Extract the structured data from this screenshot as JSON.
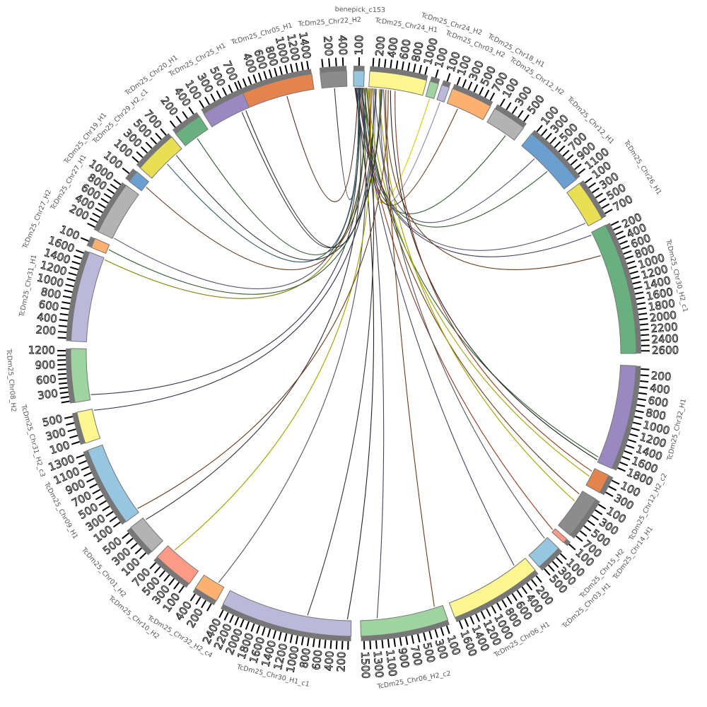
{
  "chart_data": {
    "type": "circos",
    "tick_step": 100,
    "segments": [
      {
        "name": "TcDm25_Chr05_H1",
        "start": -23.5,
        "end": -8.5,
        "color": "#E3844F",
        "max_tick": 1400
      },
      {
        "name": "TcDm25_Chr22_H2",
        "start": -6.8,
        "end": -1.4,
        "color": "#8C8C8C",
        "max_tick": 400
      },
      {
        "name": "benepick_c153",
        "start": 0,
        "end": 2.2,
        "color": "#96C6E0",
        "max_tick": 100
      },
      {
        "name": "TcDm25_Chr24_H1",
        "start": 3.3,
        "end": 15,
        "color": "#FFF68F",
        "max_tick": 1000
      },
      {
        "name": "TcDm25_Chr24_H2",
        "start": 15.7,
        "end": 17.5,
        "color": "#9FD4A0",
        "max_tick": 100
      },
      {
        "name": "TcDm25_Chr03_H2",
        "start": 18.2,
        "end": 19.8,
        "color": "#BCB8D9",
        "max_tick": 100
      },
      {
        "name": "TcDm25_Chr18_H1",
        "start": 20.5,
        "end": 29,
        "color": "#FDB170",
        "max_tick": 700
      },
      {
        "name": "TcDm25_Chr12_H2",
        "start": 30,
        "end": 37,
        "color": "#B3B3B3",
        "max_tick": 500
      },
      {
        "name": "TcDm25_Chr12_H1",
        "start": 39,
        "end": 52,
        "color": "#6A9FCF",
        "max_tick": 1100
      },
      {
        "name": "TcDm25_Chr26_H1",
        "start": 53,
        "end": 61.5,
        "color": "#E9DF54",
        "max_tick": 700
      },
      {
        "name": "TcDm25_Chr30_H2_c1",
        "start": 63,
        "end": 90,
        "color": "#69B07F",
        "max_tick": 2600
      },
      {
        "name": "TcDm25_Chr32_H1",
        "start": 92.5,
        "end": 114,
        "color": "#9A89C0",
        "max_tick": 1800
      },
      {
        "name": "TcDm25_Chr12_H2_c2",
        "start": 115.5,
        "end": 119.5,
        "color": "#E3844F",
        "max_tick": 300
      },
      {
        "name": "TcDm25_Chr14_H1",
        "start": 121,
        "end": 130,
        "color": "#8C8C8C",
        "max_tick": 700
      },
      {
        "name": "TcDm25_Chr15_H2",
        "start": 131,
        "end": 132,
        "color": "#FB9A85",
        "max_tick": 100
      },
      {
        "name": "TcDm25_Chr03_H1",
        "start": 133.5,
        "end": 139,
        "color": "#96C6E0",
        "max_tick": 500
      },
      {
        "name": "TcDm25_Chr06_H1",
        "start": 140,
        "end": 159,
        "color": "#FFF68F",
        "max_tick": 1600
      },
      {
        "name": "TcDm25_Chr06_H2_c2",
        "start": 160.5,
        "end": 178.5,
        "color": "#9FD4A0",
        "max_tick": 1500
      },
      {
        "name": "TcDm25_Chr30_H1_c1",
        "start": 180.5,
        "end": 207.5,
        "color": "#BCB8D9",
        "max_tick": 2400
      },
      {
        "name": "TcDm25_Chr32_H2_c4",
        "start": 209,
        "end": 214,
        "color": "#FDB170",
        "max_tick": 400
      },
      {
        "name": "TcDm25_Chr10_H2",
        "start": 215.5,
        "end": 224,
        "color": "#FB9A85",
        "max_tick": 700
      },
      {
        "name": "TcDm25_Chr01_H2",
        "start": 225.5,
        "end": 232,
        "color": "#B3B3B3",
        "max_tick": 500
      },
      {
        "name": "TcDm25_Chr09_H1",
        "start": 233.5,
        "end": 250,
        "color": "#96C6E0",
        "max_tick": 1300
      },
      {
        "name": "TcDm25_Chr31_H2_c3",
        "start": 251.5,
        "end": 258,
        "color": "#FFF68F",
        "max_tick": 500
      },
      {
        "name": "TcDm25_Chr08_H2",
        "start": 260,
        "end": 271,
        "color": "#9FD4A0",
        "max_tick": 1200
      },
      {
        "name": "TcDm25_Chr31_H1",
        "start": 272.5,
        "end": 291,
        "color": "#BCB8D9",
        "max_tick": 1600
      },
      {
        "name": "TcDm25_Chr27_H2",
        "start": 292,
        "end": 294,
        "color": "#FDB170",
        "max_tick": 100
      },
      {
        "name": "TcDm25_Chr27_H1",
        "start": 295.5,
        "end": 306.5,
        "color": "#B3B3B3",
        "max_tick": 1000
      },
      {
        "name": "TcDm25_Chr19_H1",
        "start": 307.5,
        "end": 310,
        "color": "#6A9FCF",
        "max_tick": 100
      },
      {
        "name": "TcDm25_Chr29_H2_c1",
        "start": 311,
        "end": 320,
        "color": "#E9DF54",
        "max_tick": 700
      },
      {
        "name": "TcDm25_Chr20_H1",
        "start": 321,
        "end": 327,
        "color": "#69B07F",
        "max_tick": 400
      },
      {
        "name": "TcDm25_Chr25_H1",
        "start": 328,
        "end": 337,
        "color": "#9A89C0",
        "max_tick": 700
      }
    ],
    "links": [
      {
        "from": 0,
        "pos": 0.6,
        "to_angle": 1.0,
        "color": "#5a2a1a"
      },
      {
        "from": 1,
        "pos": 0.5,
        "to_angle": 1.5,
        "color": "#333333"
      },
      {
        "from": 4,
        "pos": 0.5,
        "to_angle": 4.0,
        "color": "#d8c800"
      },
      {
        "from": 5,
        "pos": 0.5,
        "to_angle": 5.0,
        "color": "#8a85b5"
      },
      {
        "from": 6,
        "pos": 0.3,
        "to_angle": 3.5,
        "color": "#6b3a1a"
      },
      {
        "from": 7,
        "pos": 0.7,
        "to_angle": 2.0,
        "color": "#2f5a2f"
      },
      {
        "from": 8,
        "pos": 0.3,
        "to_angle": 6.0,
        "color": "#555577"
      },
      {
        "from": 8,
        "pos": 0.6,
        "to_angle": 2.5,
        "color": "#2f5a2f"
      },
      {
        "from": 9,
        "pos": 0.9,
        "to_angle": 1.2,
        "color": "#555577"
      },
      {
        "from": 10,
        "pos": 0.02,
        "to_angle": 0.5,
        "color": "#444466"
      },
      {
        "from": 10,
        "pos": 0.2,
        "to_angle": 7.0,
        "color": "#6b3a1a"
      },
      {
        "from": 11,
        "pos": 0.95,
        "to_angle": 1.8,
        "color": "#2f5a2f"
      },
      {
        "from": 11,
        "pos": 0.98,
        "to_angle": 8.0,
        "color": "#222222"
      },
      {
        "from": 12,
        "pos": 0.5,
        "to_angle": 3.0,
        "color": "#a0a000"
      },
      {
        "from": 12,
        "pos": 0.2,
        "to_angle": 9.0,
        "color": "#8a3a20"
      },
      {
        "from": 13,
        "pos": 0.1,
        "to_angle": 2.2,
        "color": "#6b3a1a"
      },
      {
        "from": 13,
        "pos": 0.3,
        "to_angle": 5.5,
        "color": "#a0a000"
      },
      {
        "from": 14,
        "pos": 0.5,
        "to_angle": 1.0,
        "color": "#8a3a20"
      },
      {
        "from": 15,
        "pos": 0.1,
        "to_angle": 4.5,
        "color": "#555555"
      },
      {
        "from": 16,
        "pos": 0.15,
        "to_angle": 0.8,
        "color": "#444466"
      },
      {
        "from": 17,
        "pos": 0.1,
        "to_angle": 6.5,
        "color": "#6b3a1a"
      },
      {
        "from": 17,
        "pos": 0.8,
        "to_angle": 1.6,
        "color": "#444466"
      },
      {
        "from": 18,
        "pos": 0.03,
        "to_angle": 0.3,
        "color": "#222222"
      },
      {
        "from": 18,
        "pos": 0.35,
        "to_angle": 2.8,
        "color": "#333333"
      },
      {
        "from": 19,
        "pos": 0.3,
        "to_angle": 1.4,
        "color": "#555555"
      },
      {
        "from": 20,
        "pos": 0.8,
        "to_angle": 3.2,
        "color": "#a0a000"
      },
      {
        "from": 21,
        "pos": 0.9,
        "to_angle": 0.6,
        "color": "#333333"
      },
      {
        "from": 22,
        "pos": 0.05,
        "to_angle": 7.5,
        "color": "#6b3a1a"
      },
      {
        "from": 24,
        "pos": 0.1,
        "to_angle": 1.9,
        "color": "#333355"
      },
      {
        "from": 23,
        "pos": 0.95,
        "to_angle": 4.2,
        "color": "#333355"
      },
      {
        "from": 25,
        "pos": 0.98,
        "to_angle": 2.4,
        "color": "#808000"
      },
      {
        "from": 26,
        "pos": 0.5,
        "to_angle": 5.8,
        "color": "#2f5a2f"
      },
      {
        "from": 27,
        "pos": 0.02,
        "to_angle": 1.1,
        "color": "#555577"
      },
      {
        "from": 28,
        "pos": 0.5,
        "to_angle": 3.8,
        "color": "#6b3a1a"
      },
      {
        "from": 29,
        "pos": 0.5,
        "to_angle": 0.9,
        "color": "#2f5a5a"
      },
      {
        "from": 29,
        "pos": 0.8,
        "to_angle": 6.2,
        "color": "#333333"
      },
      {
        "from": 30,
        "pos": 0.5,
        "to_angle": 2.6,
        "color": "#2f5a2f"
      },
      {
        "from": 31,
        "pos": 0.8,
        "to_angle": 1.3,
        "color": "#333333"
      },
      {
        "from": 31,
        "pos": 0.9,
        "to_angle": 4.8,
        "color": "#333333"
      }
    ]
  }
}
